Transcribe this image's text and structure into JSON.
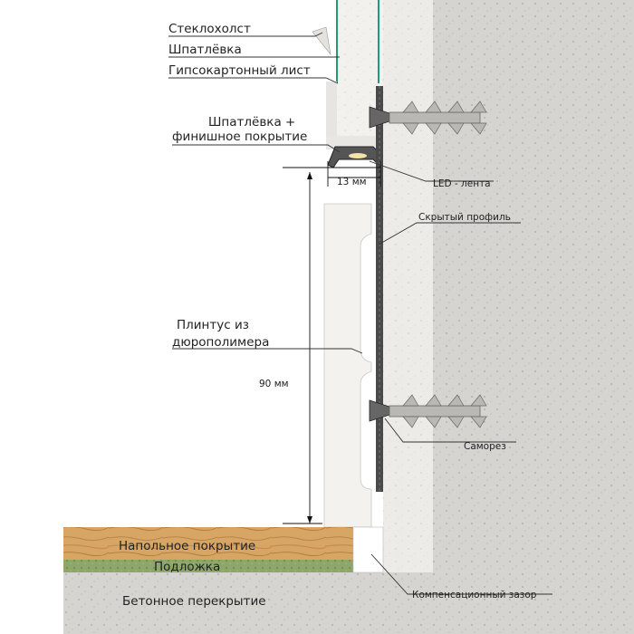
{
  "labels": {
    "fiberglass": "Стеклохолст",
    "putty": "Шпатлёвка",
    "drywall": "Гипсокартонный лист",
    "putty_finish_line1": "Шпатлёвка +",
    "putty_finish_line2": "финишное покрытие",
    "led_tape": "LED - лента",
    "hidden_profile": "Скрытый профиль",
    "plinth_line1": "Плинтус из",
    "plinth_line2": "дюрополимера",
    "screw": "Саморез",
    "floor_covering": "Напольное покрытие",
    "underlay": "Подложка",
    "concrete_slab": "Бетонное перекрытие",
    "expansion_gap": "Компенсационный зазор"
  },
  "dimensions": {
    "width_label": "13 мм",
    "height_label": "90 мм"
  },
  "colors": {
    "concrete": "#d9d7d3",
    "plaster": "#ecebe8",
    "plinth": "#f1f1ef",
    "profile": "#4a4a4a",
    "wood": "#d9a865",
    "underlay": "#8fa56b",
    "fiberglass_line": "#1f9a7a",
    "led": "#f3e3a8"
  },
  "icons": [
    "dowel-screw-icon"
  ]
}
